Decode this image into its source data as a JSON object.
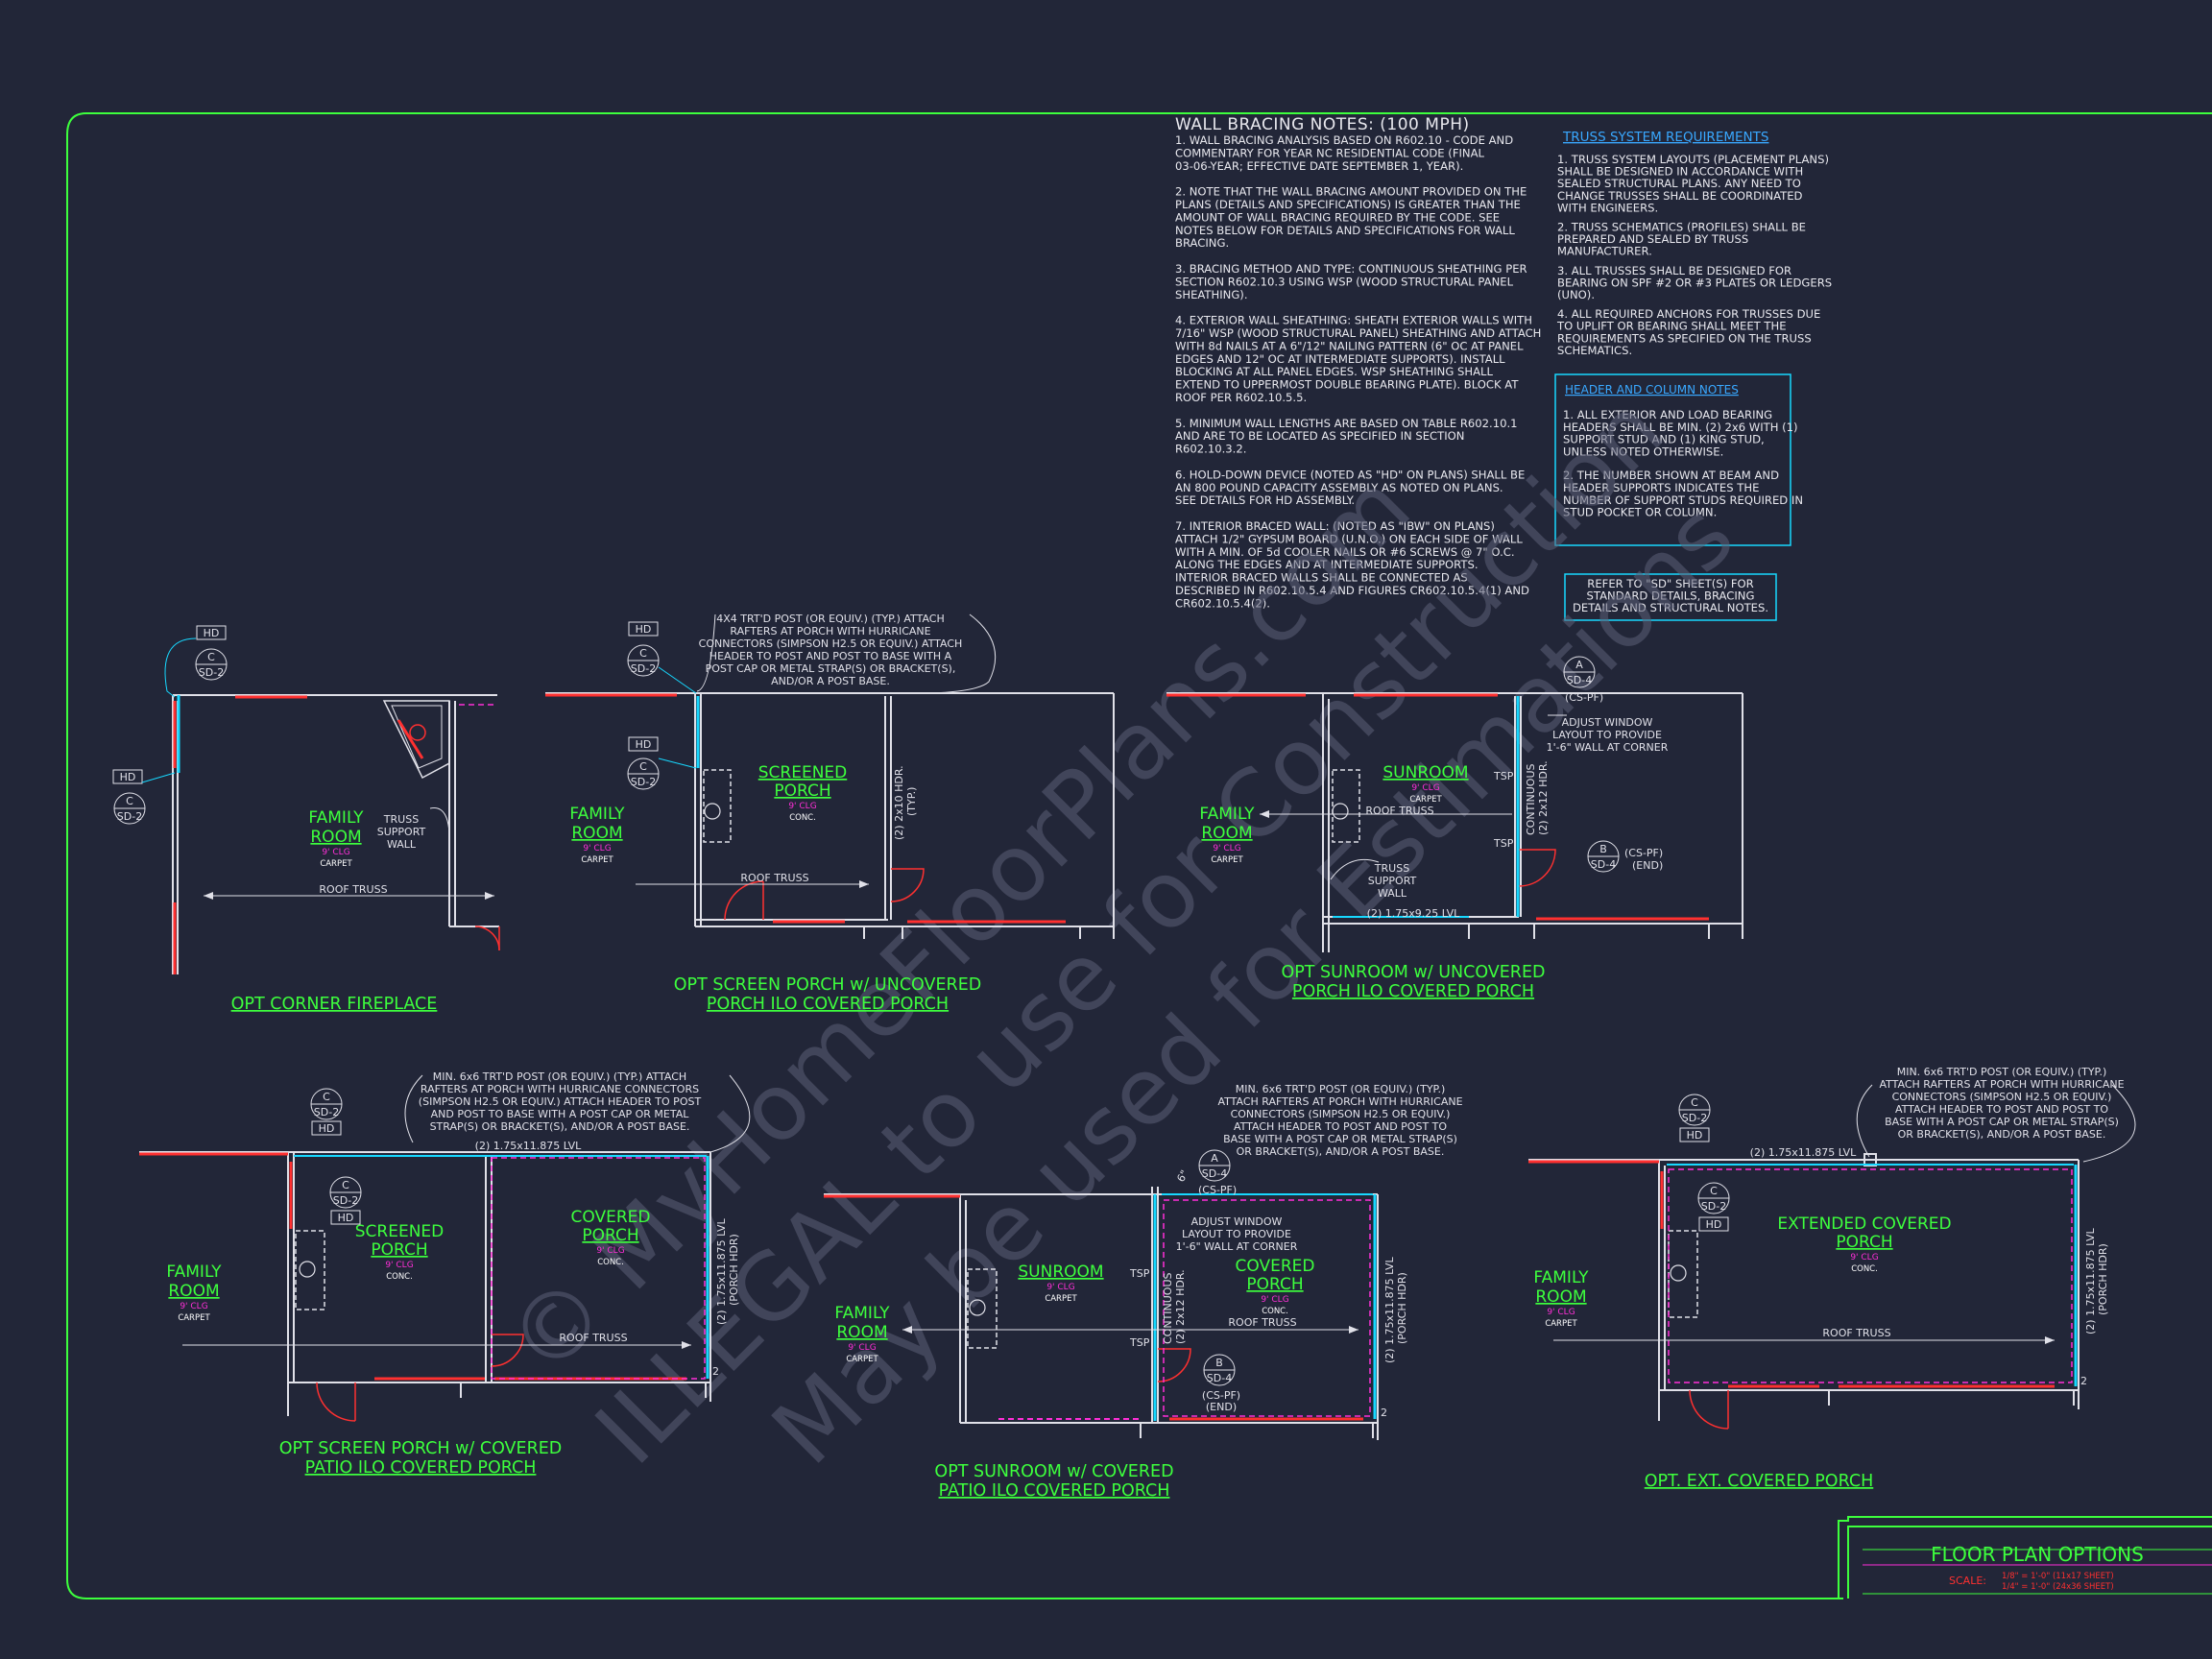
{
  "sheet": {
    "title": "FLOOR PLAN OPTIONS",
    "scale_label": "SCALE:",
    "scale_values": [
      "1/8\" = 1'-0\" (11x17 SHEET)",
      "1/4\" = 1'-0\" (24x36 SHEET)"
    ]
  },
  "watermark": {
    "line1": "© MyHomeFloorPlans.com",
    "line2": "ILLEGAL to use for Construction",
    "line3": "May be used for Estimations"
  },
  "colors": {
    "background": "#222638",
    "border": "#3dff3d",
    "room_text": "#3dff3d",
    "ceiling_text": "#ff2fd8",
    "wall_cyan": "#17d8ff",
    "window_red": "#ff3030"
  },
  "wall_bracing": {
    "title": "WALL BRACING NOTES: (100 MPH)",
    "items": [
      [
        "1. WALL BRACING ANALYSIS BASED ON R602.10 - CODE AND",
        "COMMENTARY FOR YEAR NC RESIDENTIAL CODE (FINAL",
        "03-06-YEAR; EFFECTIVE DATE SEPTEMBER 1, YEAR)."
      ],
      [
        "2. NOTE THAT THE WALL BRACING AMOUNT PROVIDED ON THE",
        "PLANS (DETAILS AND SPECIFICATIONS) IS GREATER THAN THE",
        "AMOUNT OF WALL BRACING REQUIRED BY THE CODE. SEE",
        "NOTES BELOW FOR DETAILS AND SPECIFICATIONS FOR WALL",
        "BRACING."
      ],
      [
        "3. BRACING METHOD AND TYPE: CONTINUOUS SHEATHING PER",
        "SECTION R602.10.3 USING WSP (WOOD STRUCTURAL PANEL",
        "SHEATHING)."
      ],
      [
        "4. EXTERIOR WALL SHEATHING: SHEATH EXTERIOR WALLS WITH",
        "7/16\" WSP (WOOD STRUCTURAL PANEL) SHEATHING AND ATTACH",
        "WITH 8d NAILS AT A 6\"/12\" NAILING PATTERN (6\" OC AT PANEL",
        "EDGES AND 12\" OC AT INTERMEDIATE SUPPORTS). INSTALL",
        "BLOCKING AT ALL PANEL EDGES. WSP SHEATHING SHALL",
        "EXTEND TO UPPERMOST DOUBLE BEARING PLATE). BLOCK AT",
        "ROOF PER R602.10.5.5."
      ],
      [
        "5. MINIMUM WALL LENGTHS ARE BASED ON TABLE R602.10.1",
        "AND ARE TO BE LOCATED AS SPECIFIED IN SECTION",
        "R602.10.3.2."
      ],
      [
        "6. HOLD-DOWN DEVICE (NOTED AS \"HD\" ON PLANS) SHALL BE",
        "AN 800 POUND CAPACITY ASSEMBLY AS NOTED ON PLANS.",
        "SEE DETAILS FOR HD ASSEMBLY."
      ],
      [
        "7. INTERIOR BRACED WALL: (NOTED AS \"IBW\" ON PLANS)",
        "ATTACH 1/2\" GYPSUM BOARD (U.N.O.) ON EACH SIDE OF WALL",
        "WITH A MIN. OF 5d COOLER NAILS OR #6 SCREWS @ 7\" O.C.",
        "ALONG THE EDGES AND AT INTERMEDIATE SUPPORTS.",
        "INTERIOR BRACED WALLS SHALL BE CONNECTED AS",
        "DESCRIBED IN R602.10.5.4 AND FIGURES CR602.10.5.4(1) AND",
        "CR602.10.5.4(2)."
      ]
    ]
  },
  "truss": {
    "title": "TRUSS SYSTEM REQUIREMENTS",
    "items": [
      [
        "1. TRUSS SYSTEM LAYOUTS (PLACEMENT PLANS)",
        "SHALL BE DESIGNED IN ACCORDANCE WITH",
        "SEALED STRUCTURAL PLANS. ANY NEED TO",
        "CHANGE TRUSSES SHALL BE COORDINATED",
        "WITH  ENGINEERS."
      ],
      [
        "2. TRUSS SCHEMATICS (PROFILES) SHALL BE",
        "PREPARED AND SEALED BY TRUSS",
        "MANUFACTURER."
      ],
      [
        "3. ALL TRUSSES SHALL BE DESIGNED FOR",
        "BEARING ON SPF #2 OR #3 PLATES OR LEDGERS",
        "(UNO)."
      ],
      [
        "4. ALL REQUIRED ANCHORS FOR TRUSSES DUE",
        "TO UPLIFT OR BEARING SHALL MEET THE",
        "REQUIREMENTS AS SPECIFIED ON THE TRUSS",
        "SCHEMATICS."
      ]
    ]
  },
  "header_column": {
    "title": "HEADER AND COLUMN NOTES",
    "items": [
      [
        "1. ALL EXTERIOR AND LOAD BEARING",
        "HEADERS SHALL BE MIN. (2) 2x6 WITH (1)",
        "SUPPORT STUD AND (1) KING STUD,",
        "UNLESS NOTED OTHERWISE."
      ],
      [
        "2. THE NUMBER SHOWN AT BEAM AND",
        "HEADER SUPPORTS INDICATES THE",
        "NUMBER OF SUPPORT STUDS REQUIRED IN",
        "STUD POCKET OR COLUMN."
      ]
    ]
  },
  "refer_note": [
    "REFER TO \"SD\" SHEET(S) FOR",
    "STANDARD DETAILS, BRACING",
    "DETAILS AND STRUCTURAL NOTES."
  ],
  "tags": {
    "hd": "HD",
    "c": "C",
    "a": "A",
    "b": "B",
    "sd2": "SD-2",
    "sd4": "SD-4",
    "cspf": "(CS-PF)",
    "cspf_end": "(CS-PF)",
    "end": "(END)",
    "tsp": "TSP",
    "two": "2"
  },
  "rooms": {
    "family_1": "FAMILY",
    "family_2": "ROOM",
    "clg": "9' CLG",
    "carpet": "CARPET",
    "conc": "CONC.",
    "screened_1": "SCREENED",
    "screened_2": "PORCH",
    "sunroom": "SUNROOM",
    "covered_1": "COVERED",
    "covered_2": "PORCH",
    "ext_covered_1": "EXTENDED COVERED",
    "ext_covered_2": "PORCH"
  },
  "labels": {
    "roof_truss": "ROOF TRUSS",
    "truss_support": [
      "TRUSS",
      "SUPPORT",
      "WALL"
    ],
    "hdr_2x10": [
      "(2) 2x10 HDR.",
      "(TYP.)"
    ],
    "hdr_cont_2x12": [
      "CONTINUOUS",
      "(2) 2x12 HDR."
    ],
    "lvl_1": "(2) 1.75x11.875 LVL",
    "lvl_2": "(2) 1.75x9.25 LVL",
    "lvl_porch": [
      "(2) 1.75x11.875 LVL",
      "(PORCH HDR)"
    ],
    "adjust_window": [
      "ADJUST WINDOW",
      "LAYOUT TO PROVIDE",
      "1'-6\" WALL AT CORNER"
    ],
    "dim_6": "6\"",
    "post_4x4": [
      "4X4 TRT'D POST (OR EQUIV.) (TYP.) ATTACH",
      "RAFTERS AT PORCH WITH HURRICANE",
      "CONNECTORS (SIMPSON H2.5 OR EQUIV.) ATTACH",
      "HEADER TO POST AND POST TO BASE WITH A",
      "POST CAP OR METAL STRAP(S) OR BRACKET(S),",
      "AND/OR A POST BASE."
    ],
    "post_6x6_a": [
      "MIN. 6x6 TRT'D POST (OR EQUIV.) (TYP.) ATTACH",
      "RAFTERS AT PORCH WITH HURRICANE CONNECTORS",
      "(SIMPSON H2.5 OR EQUIV.) ATTACH HEADER TO POST",
      "AND POST TO BASE WITH A POST CAP OR METAL",
      "STRAP(S) OR BRACKET(S), AND/OR A POST BASE."
    ],
    "post_6x6_b": [
      "MIN. 6x6 TRT'D POST (OR EQUIV.) (TYP.)",
      "ATTACH RAFTERS AT PORCH WITH HURRICANE",
      "CONNECTORS (SIMPSON H2.5 OR EQUIV.)",
      "ATTACH HEADER TO POST AND POST TO",
      "BASE WITH A POST CAP OR METAL STRAP(S)",
      "OR BRACKET(S), AND/OR A POST BASE."
    ],
    "post_6x6_c": [
      "MIN. 6x6 TRT'D POST (OR EQUIV.) (TYP.)",
      "ATTACH RAFTERS AT PORCH WITH HURRICANE",
      "CONNECTORS (SIMPSON H2.5 OR EQUIV.)",
      "ATTACH HEADER TO POST AND POST TO",
      "BASE WITH A POST CAP OR METAL STRAP(S)",
      "OR BRACKET(S), AND/OR A POST BASE."
    ]
  },
  "plan_titles": {
    "p1": [
      "OPT CORNER FIREPLACE"
    ],
    "p2": [
      "OPT SCREEN PORCH w/ UNCOVERED",
      "PORCH ILO COVERED PORCH"
    ],
    "p3": [
      "OPT SUNROOM w/ UNCOVERED",
      "PORCH ILO COVERED PORCH"
    ],
    "p4": [
      "OPT SCREEN PORCH w/ COVERED",
      "PATIO ILO COVERED PORCH"
    ],
    "p5": [
      "OPT SUNROOM w/ COVERED",
      "PATIO ILO COVERED PORCH"
    ],
    "p6": [
      "OPT. EXT. COVERED PORCH"
    ]
  }
}
